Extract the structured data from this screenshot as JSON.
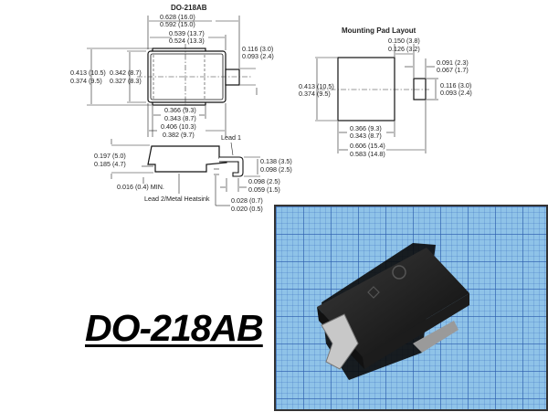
{
  "title": "DO-218AB",
  "top_view": {
    "title": "DO-218AB",
    "overall_len": [
      "0.628 (16.0)",
      "0.592 (15.0)"
    ],
    "body_len": [
      "0.539 (13.7)",
      "0.524 (13.3)"
    ],
    "lead_w": [
      "0.116 (3.0)",
      "0.093 (2.4)"
    ],
    "overall_w": [
      "0.413 (10.5)",
      "0.374 (9.5)"
    ],
    "body_w": [
      "0.342 (8.7)",
      "0.327 (8.3)"
    ],
    "heatsink_len": [
      "0.366 (9.3)",
      "0.343 (8.7)"
    ],
    "heatsink_len2": [
      "0.406 (10.3)",
      "0.382 (9.7)"
    ]
  },
  "side_view": {
    "lead1": "Lead 1",
    "lead2": "Lead 2/Metal Heatsink",
    "height": [
      "0.197 (5.0)",
      "0.185 (4.7)"
    ],
    "standoff": "0.016 (0.4) MIN.",
    "lead_h": [
      "0.138 (3.5)",
      "0.098 (2.5)"
    ],
    "lead_ext": [
      "0.098 (2.5)",
      "0.059 (1.5)"
    ],
    "lead_t": [
      "0.028 (0.7)",
      "0.020 (0.5)"
    ]
  },
  "pad_layout": {
    "title": "Mounting Pad Layout",
    "gap": [
      "0.150 (3.8)",
      "0.126 (3.2)"
    ],
    "small_w": [
      "0.091 (2.3)",
      "0.067 (1.7)"
    ],
    "small_h": [
      "0.116 (3.0)",
      "0.093 (2.4)"
    ],
    "big_h": [
      "0.413 (10.5)",
      "0.374 (9.5)"
    ],
    "big_w": [
      "0.366 (9.3)",
      "0.343 (8.7)"
    ],
    "total": [
      "0.606 (15.4)",
      "0.583 (14.8)"
    ]
  }
}
